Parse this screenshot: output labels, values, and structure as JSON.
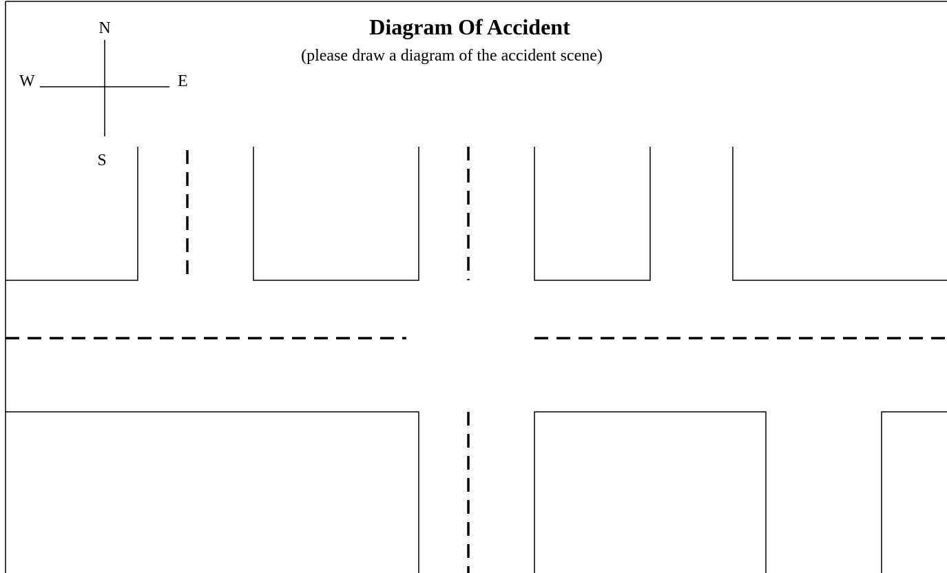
{
  "header": {
    "title": "Diagram Of Accident",
    "subtitle": "(please draw a diagram of the accident scene)"
  },
  "compass": {
    "north": "N",
    "south": "S",
    "east": "E",
    "west": "W"
  },
  "colors": {
    "line": "#000000",
    "background": "#ffffff"
  }
}
